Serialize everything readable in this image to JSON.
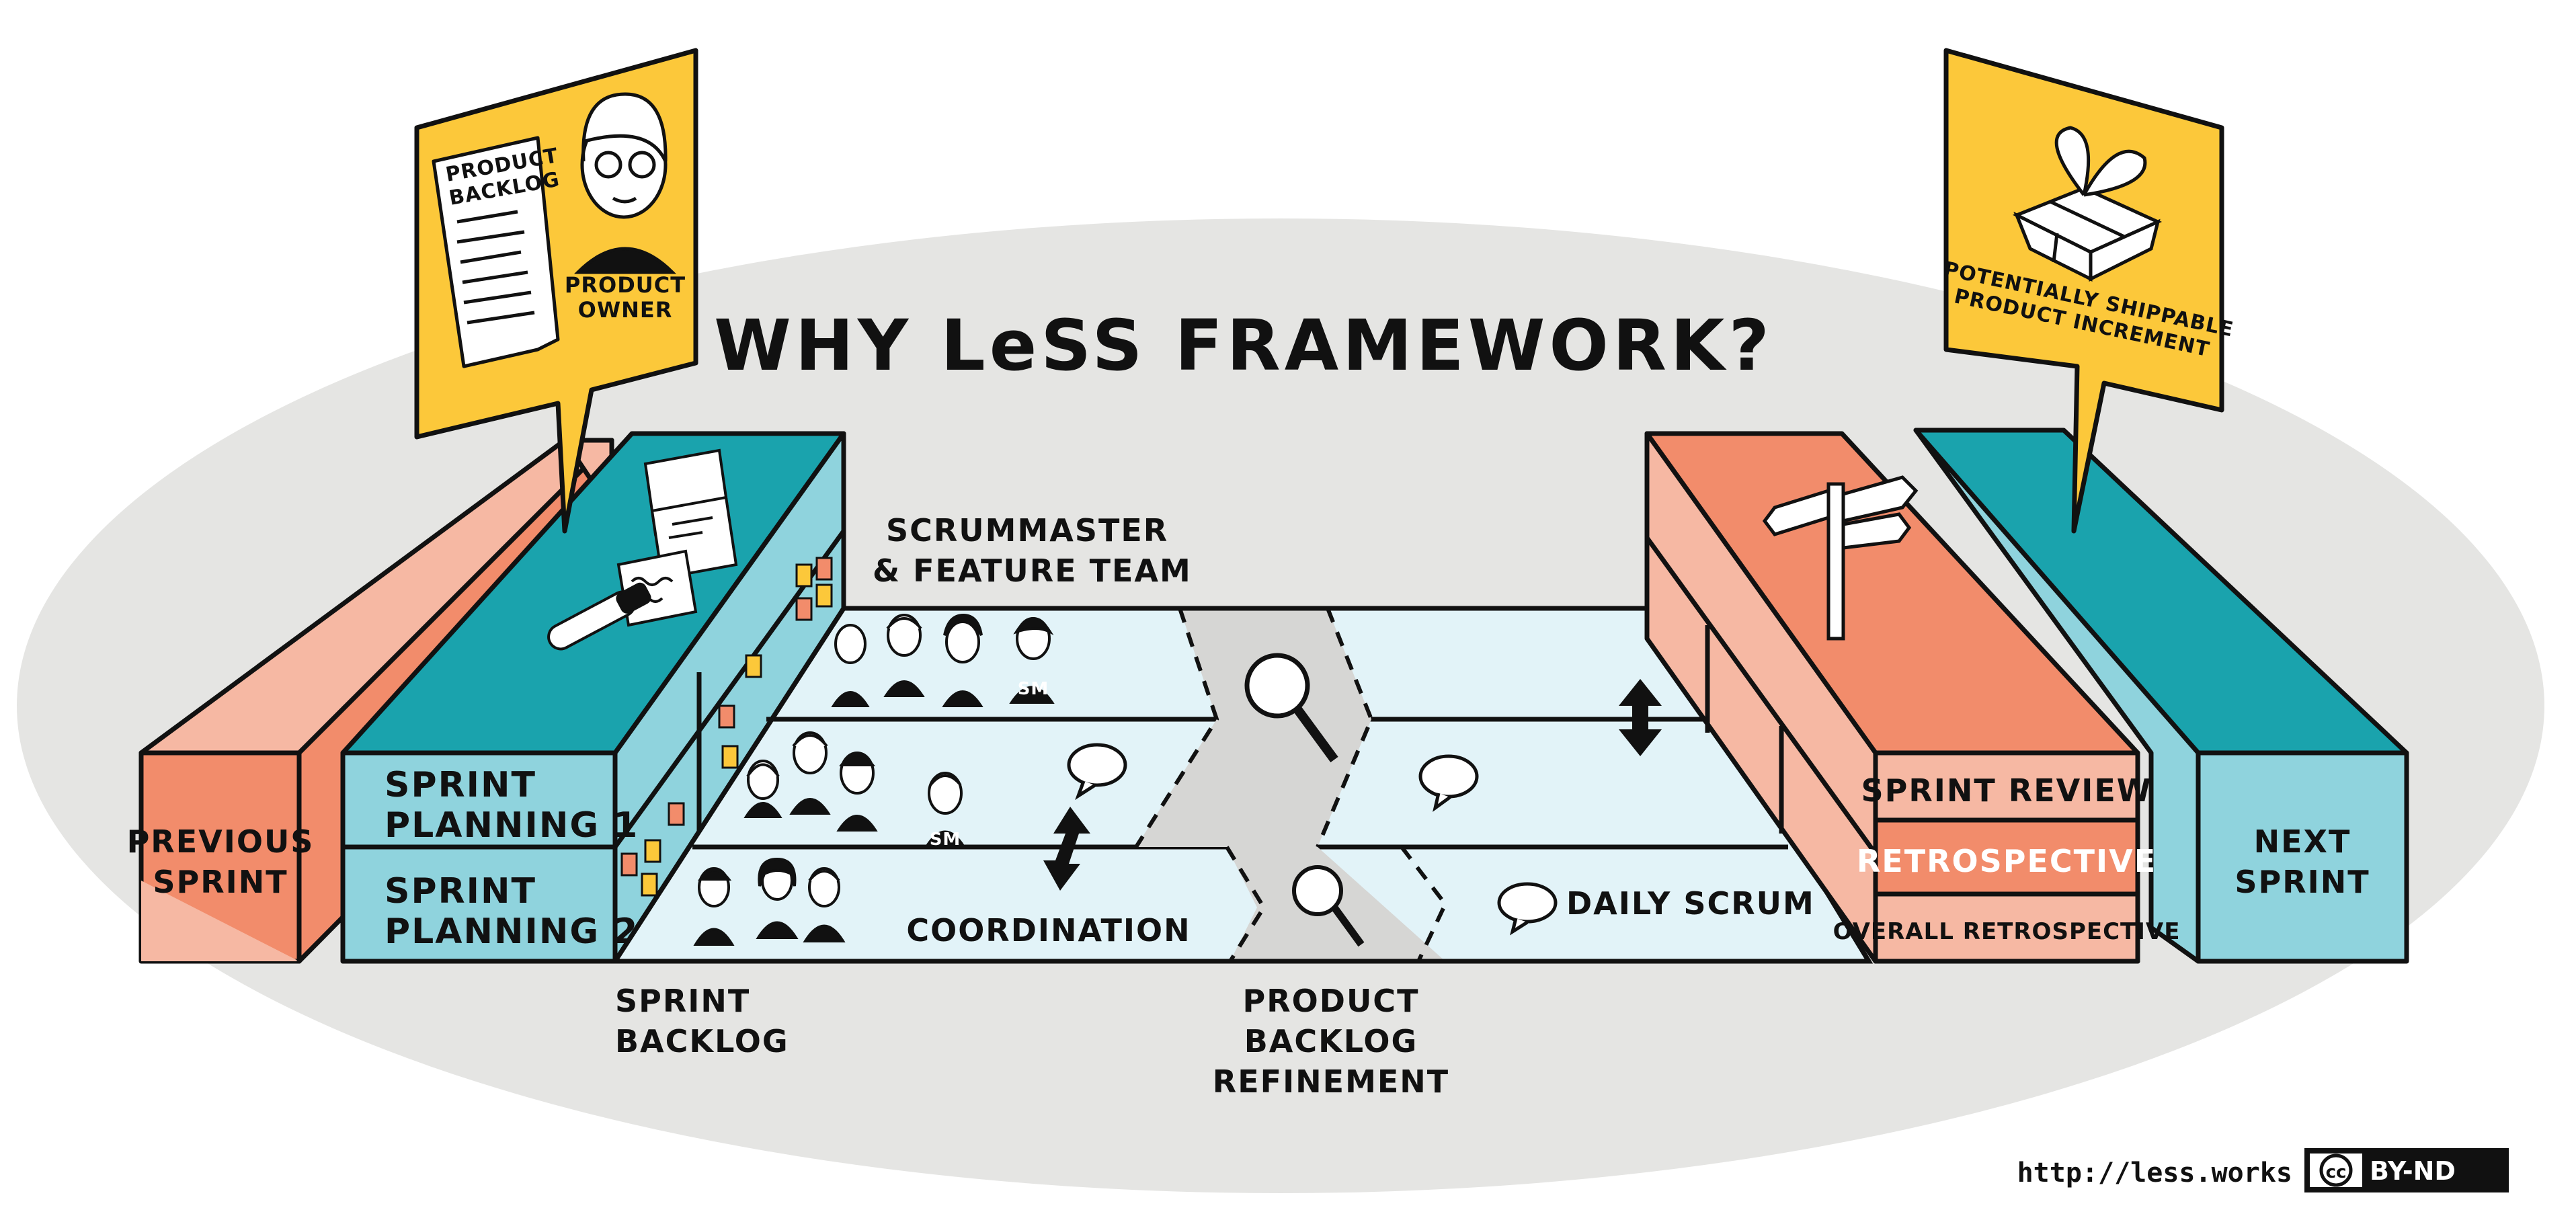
{
  "title": "WHY LeSS FRAMEWORK?",
  "colors": {
    "ellipse": "#e5e5e3",
    "salmon": "#f28c6b",
    "salmon_light": "#f6b8a3",
    "teal": "#1aa3ad",
    "teal_light": "#8fd3dd",
    "lane": "#e2f3f8",
    "yellow": "#fcc83a",
    "outline": "#111111"
  },
  "product_owner_sign": {
    "backlog_label_line1": "PRODUCT",
    "backlog_label_line2": "BACKLOG",
    "owner_label_line1": "PRODUCT",
    "owner_label_line2": "OWNER"
  },
  "increment_sign": {
    "line1": "POTENTIALLY SHIPPABLE",
    "line2": "PRODUCT INCREMENT",
    "icon": "gift-icon"
  },
  "blocks": {
    "previous_sprint": [
      "PREVIOUS",
      "SPRINT"
    ],
    "sprint_planning_1": [
      "SPRINT",
      "PLANNING 1"
    ],
    "sprint_planning_2": [
      "SPRINT",
      "PLANNING 2"
    ],
    "next_sprint": [
      "NEXT",
      "SPRINT"
    ],
    "sprint_review": "SPRINT REVIEW",
    "retrospective": "RETROSPECTIVE",
    "overall_retrospective": "OVERALL RETROSPECTIVE"
  },
  "labels": {
    "scrummaster_team": [
      "SCRUMMASTER",
      "& FEATURE TEAM"
    ],
    "coordination": "COORDINATION",
    "daily_scrum": "DAILY SCRUM",
    "sprint_backlog": [
      "SPRINT",
      "BACKLOG"
    ],
    "product_backlog_refinement": [
      "PRODUCT",
      "BACKLOG",
      "REFINEMENT"
    ],
    "sm_badge": "SM"
  },
  "footer": {
    "url": "http://less.works",
    "license_badge": "BY-ND",
    "license_icon": "cc"
  }
}
